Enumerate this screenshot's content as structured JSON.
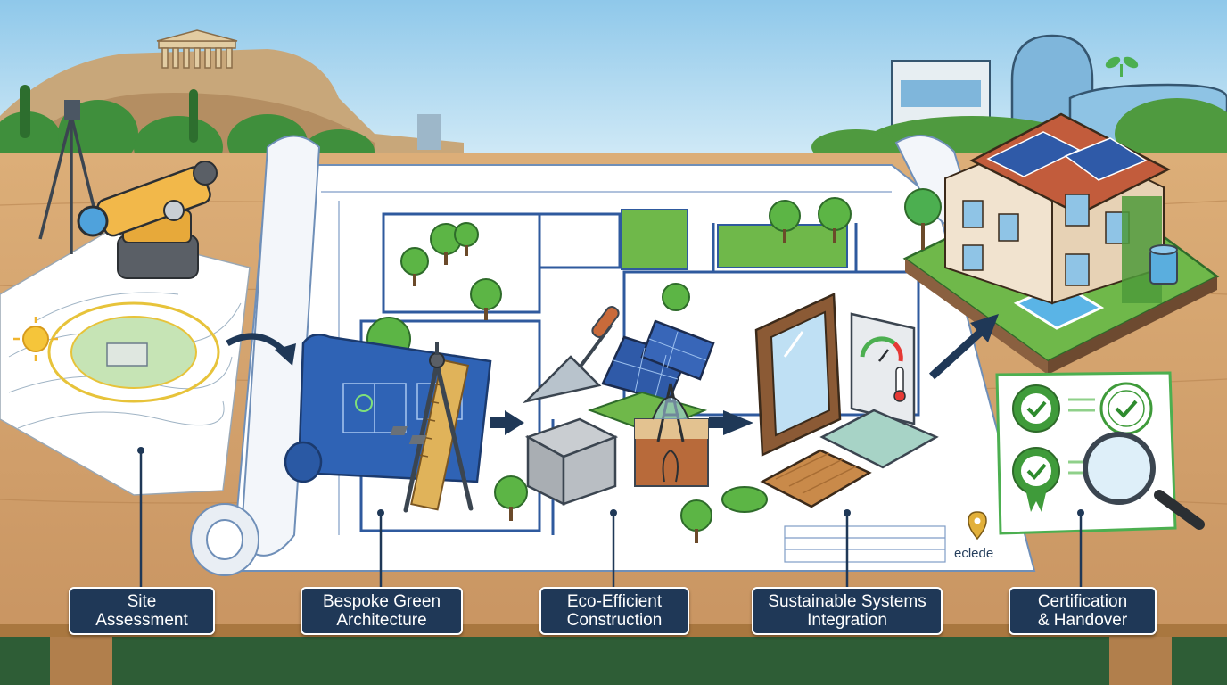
{
  "steps": [
    {
      "line1": "Site",
      "line2": "Assessment",
      "icon": "surveyor-level-icon"
    },
    {
      "line1": "Bespoke Green",
      "line2": "Architecture",
      "icon": "blueprint-compass-icon"
    },
    {
      "line1": "Eco-Efficient",
      "line2": "Construction",
      "icon": "materials-solar-icon"
    },
    {
      "line1": "Sustainable Systems",
      "line2": "Integration",
      "icon": "window-thermostat-icon"
    },
    {
      "line1": "Certification",
      "line2": "& Handover",
      "icon": "certificate-magnifier-icon"
    }
  ],
  "brand": "eclede",
  "colors": {
    "sky": "#bfe0f2",
    "wood": "#d6a873",
    "label_bg": "#1f3857",
    "blueprint": "#2f5a9e",
    "grass": "#6fb84a"
  }
}
